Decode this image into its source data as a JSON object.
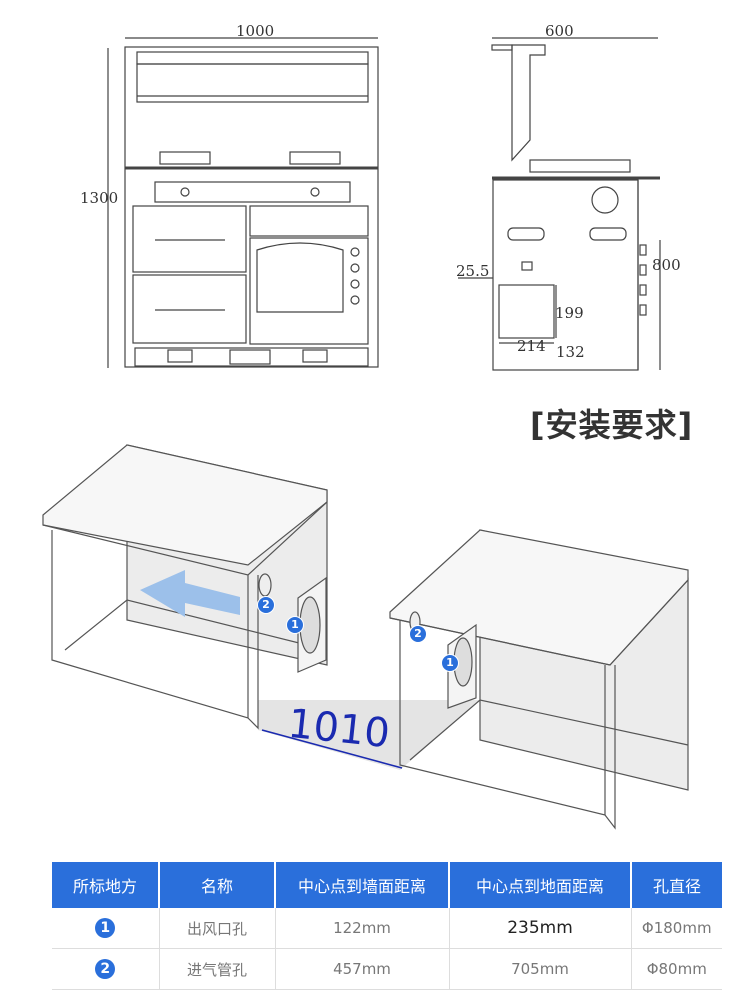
{
  "front_view": {
    "width_label": "1000",
    "height_label": "1300"
  },
  "side_view": {
    "depth_label": "600",
    "height_label": "800",
    "offset_label": "25.5",
    "opening_height": "199",
    "opening_width": "214",
    "opening_bottom": "132"
  },
  "section_title": "[安装要求]",
  "installation": {
    "span_label": "1010",
    "marker_1": "1",
    "marker_2": "2"
  },
  "table": {
    "headers": [
      "所标地方",
      "名称",
      "中心点到墙面距离",
      "中心点到地面距离",
      "孔直径"
    ],
    "rows": [
      {
        "marker": "1",
        "name": "出风口孔",
        "wall_distance": "122mm",
        "floor_distance": "235mm",
        "diameter": "Φ180mm"
      },
      {
        "marker": "2",
        "name": "进气管孔",
        "wall_distance": "457mm",
        "floor_distance": "705mm",
        "diameter": "Φ80mm"
      }
    ]
  },
  "colors": {
    "header_blue": "#2a6fdb",
    "arrow_blue": "#9cc0ea",
    "label_blue": "#1a2ab0"
  }
}
